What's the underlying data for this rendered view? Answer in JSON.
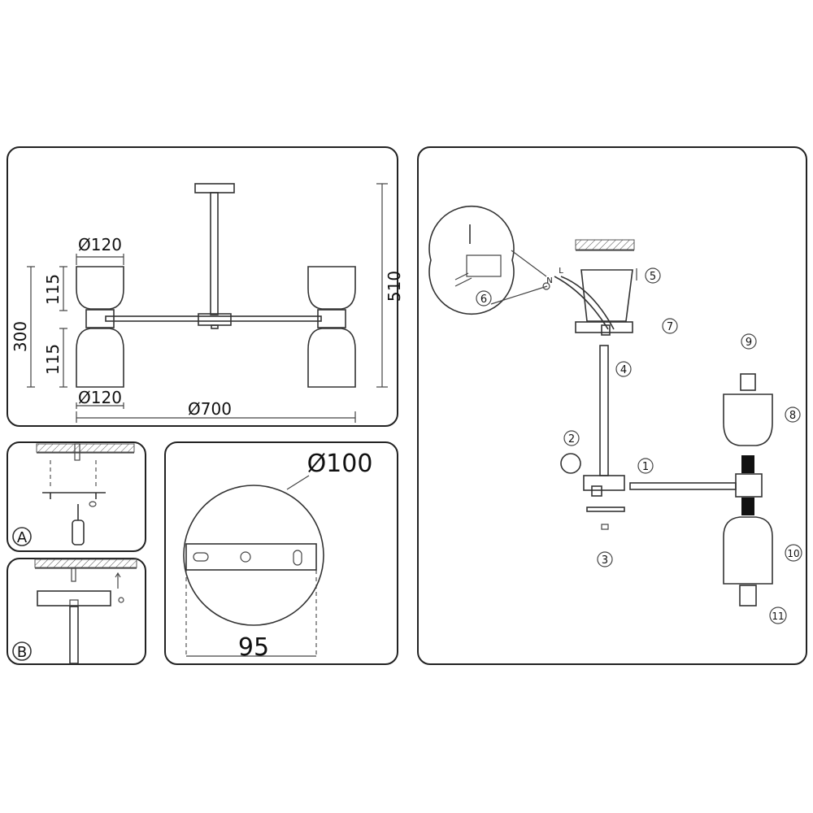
{
  "dimensions": {
    "shade_diameter_top": "Ø120",
    "shade_diameter_bottom": "Ø120",
    "span_diameter": "Ø700",
    "height_total": "510",
    "height_body": "300",
    "shade_height_upper": "115",
    "shade_height_lower": "115"
  },
  "canopy": {
    "diameter": "Ø100",
    "mount_width": "95"
  },
  "mount_options": {
    "a": "A",
    "b": "B"
  },
  "assembly_steps": [
    "1",
    "2",
    "3",
    "4",
    "5",
    "6",
    "7",
    "8",
    "9",
    "10",
    "11"
  ],
  "wiring_labels": {
    "neutral": "N",
    "live": "L"
  }
}
